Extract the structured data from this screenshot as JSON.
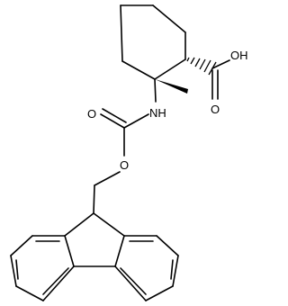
{
  "atoms": {
    "hydroxyl": "OH",
    "carbonyl_acid": "O",
    "amine": "NH",
    "carbonyl_carbamate": "O",
    "ester_oxygen": "O"
  },
  "colors": {
    "bond": "#000000",
    "background": "#ffffff"
  }
}
